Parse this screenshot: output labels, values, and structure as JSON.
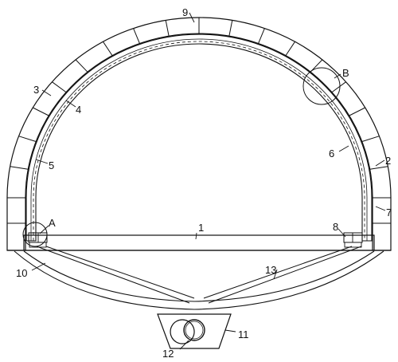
{
  "figure": {
    "labels": {
      "l1": "1",
      "l2": "2",
      "l3": "3",
      "l4": "4",
      "l5": "5",
      "l6": "6",
      "l7": "7",
      "l8": "8",
      "l9": "9",
      "l10": "10",
      "l11": "11",
      "l12": "12",
      "l13": "13",
      "lA": "A",
      "lB": "B"
    }
  }
}
